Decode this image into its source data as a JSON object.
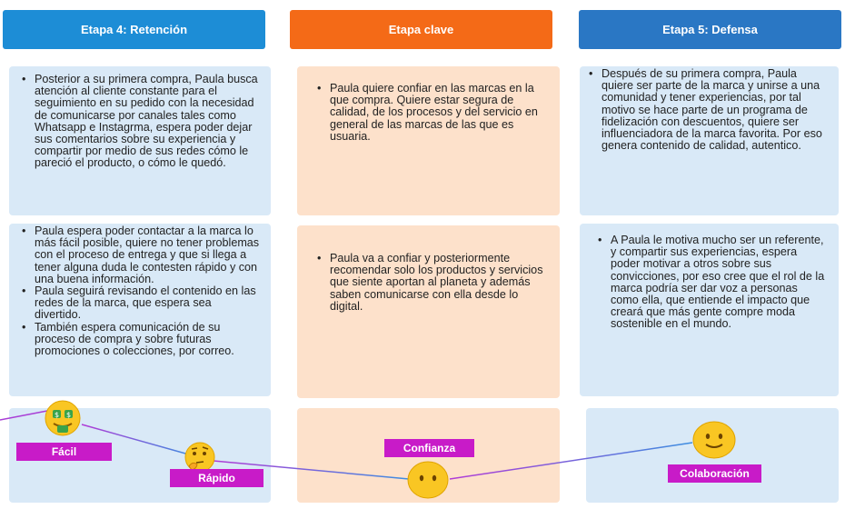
{
  "headers": {
    "retention": "Etapa 4: Retención",
    "key": "Etapa clave",
    "defense": "Etapa 5: Defensa"
  },
  "colors": {
    "retention_header": "#1d8dd6",
    "key_header": "#f46a17",
    "defense_header": "#2a77c4",
    "emotion_line": "#7a4fd0",
    "label_bg": "#c81bc8"
  },
  "retention": {
    "top": [
      "Posterior a su primera compra, Paula busca atención al cliente constante para el seguimiento en su pedido con la necesidad de comunicarse por canales tales como Whatsapp e Instagrma, espera poder dejar sus comentarios sobre su  experiencia y compartir por medio de sus redes cómo le pareció el producto, o cómo le quedó."
    ],
    "bottom": [
      "Paula espera poder contactar a la marca lo más fácil posible, quiere no tener problemas con el proceso de entrega y que si llega a tener alguna duda le contesten rápido y con una buena información.",
      "Paula seguirá revisando el contenido en las redes de la marca, que espera sea divertido.",
      "También espera comunicación de su proceso de compra y sobre futuras promociones o colecciones, por correo."
    ]
  },
  "key": {
    "top": [
      "Paula quiere confiar en las marcas en la que compra. Quiere estar segura de calidad, de los procesos y del servicio en general de las marcas de las que es usuaria."
    ],
    "bottom": [
      "Paula va a confiar y posteriormente recomendar solo los productos y servicios que siente aportan al planeta y además saben comunicarse con ella desde lo digital."
    ]
  },
  "defense": {
    "top": [
      "Después de su primera compra, Paula quiere ser parte de la marca y unirse a una comunidad y tener experiencias, por tal motivo se hace parte de un programa de fidelización con descuentos, quiere ser influenciadora de la marca favorita. Por eso genera contenido de calidad, autentico."
    ],
    "bottom": [
      "A Paula le motiva mucho ser un referente, y compartir sus experiencias, espera poder motivar a otros sobre sus convicciones, por eso cree que el rol de la marca podría ser dar voz a personas como ella, que entiende el impacto que creará que más gente compre moda sostenible en el mundo."
    ]
  },
  "emotions": {
    "easy": {
      "label": "Fácil",
      "icon": "money-mouth-face-icon"
    },
    "fast": {
      "label": "Rápido",
      "icon": "thinking-face-icon"
    },
    "trust": {
      "label": "Confianza",
      "icon": "face-without-mouth-icon"
    },
    "collab": {
      "label": "Colaboración",
      "icon": "smiling-face-icon"
    }
  }
}
